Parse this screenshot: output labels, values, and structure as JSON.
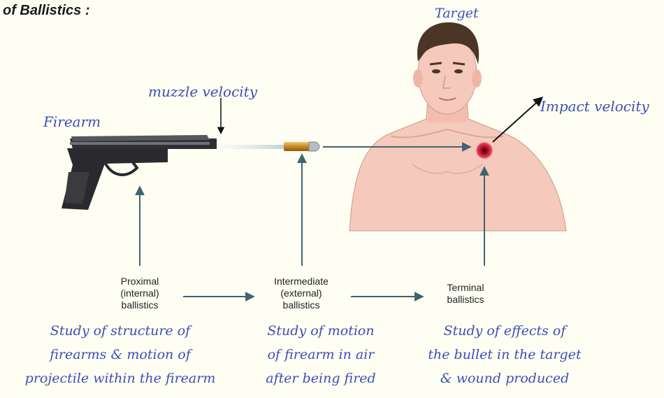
{
  "header": {
    "title": "of Ballistics :"
  },
  "labels": {
    "target": "Target",
    "muzzle_velocity": "muzzle velocity",
    "impact_velocity": "Impact velocity",
    "firearm": "Firearm"
  },
  "stages": {
    "proximal": [
      "Proximal",
      "(internal)",
      "ballistics"
    ],
    "intermediate": [
      "Intermediate",
      "(external)",
      "ballistics"
    ],
    "terminal": [
      "Terminal",
      "ballistics"
    ]
  },
  "descriptions": {
    "proximal": [
      "Study of structure of",
      "firearms & motion of",
      "projectile within the firearm"
    ],
    "intermediate": [
      "Study of motion",
      "of firearm in air",
      "after being fired"
    ],
    "terminal": [
      "Study of effects of",
      "the bullet in the target",
      "& wound produced"
    ]
  },
  "colors": {
    "handwriting": "#3b4fb6",
    "arrow": "#3d6670",
    "wound": "#c0102a",
    "skin": "#f6c9bd",
    "hair": "#4a3526"
  }
}
